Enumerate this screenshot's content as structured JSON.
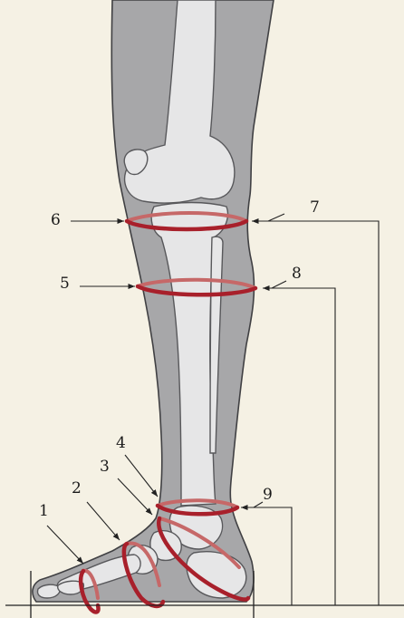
{
  "diagram": {
    "colors": {
      "background": "#f5f1e4",
      "leg": "#a7a7a9",
      "leg_outline": "#404043",
      "bone": "#e6e6e7",
      "bone_outline": "#58585b",
      "ring": "#a8202b",
      "ring_back": "#c66868",
      "leader": "#222222"
    },
    "labels": {
      "n1": "1",
      "n2": "2",
      "n3": "3",
      "n4": "4",
      "n5": "5",
      "n6": "6",
      "n7": "7",
      "n8": "8",
      "n9": "9"
    }
  }
}
